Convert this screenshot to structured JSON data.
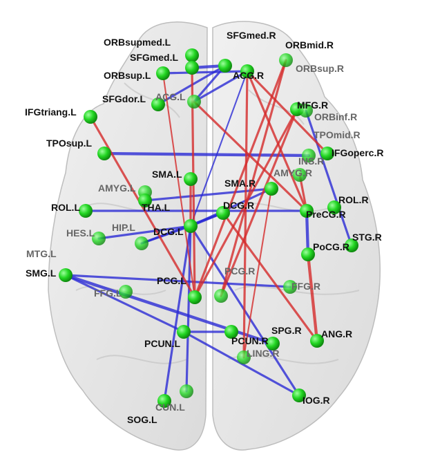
{
  "colors": {
    "node": "#2ee02e",
    "positive_edge": "#d42a2a",
    "negative_edge": "#2a2ad4",
    "brain": "#d8d8d8"
  },
  "nodes": [
    {
      "id": "ORBsupmed.L",
      "label": "ORBsupmed.L"
    },
    {
      "id": "SFGmed.L",
      "label": "SFGmed.L"
    },
    {
      "id": "ORBsup.L",
      "label": "ORBsup.L"
    },
    {
      "id": "SFGdor.L",
      "label": "SFGdor.L"
    },
    {
      "id": "ACG.L",
      "label": "ACG.L"
    },
    {
      "id": "IFGtriang.L",
      "label": "IFGtriang.L"
    },
    {
      "id": "TPOsup.L",
      "label": "TPOsup.L"
    },
    {
      "id": "SMA.L",
      "label": "SMA.L"
    },
    {
      "id": "AMYG.L",
      "label": "AMYG.L"
    },
    {
      "id": "THA.L",
      "label": "THA.L"
    },
    {
      "id": "ROL.L",
      "label": "ROL.L"
    },
    {
      "id": "HES.L",
      "label": "HES.L"
    },
    {
      "id": "HIP.L",
      "label": "HIP.L"
    },
    {
      "id": "DCG.L",
      "label": "DCG.L"
    },
    {
      "id": "MTG.L",
      "label": "MTG.L"
    },
    {
      "id": "SMG.L",
      "label": "SMG.L"
    },
    {
      "id": "FFG.L",
      "label": "FFG.L"
    },
    {
      "id": "PCG.L",
      "label": "PCG.L"
    },
    {
      "id": "PCUN.L",
      "label": "PCUN.L"
    },
    {
      "id": "CUN.L",
      "label": "CUN.L"
    },
    {
      "id": "SOG.L",
      "label": "SOG.L"
    },
    {
      "id": "SFGmed.R",
      "label": "SFGmed.R"
    },
    {
      "id": "ORBmid.R",
      "label": "ORBmid.R"
    },
    {
      "id": "ACG.R",
      "label": "ACG.R"
    },
    {
      "id": "ORBsup.R",
      "label": "ORBsup.R"
    },
    {
      "id": "MFG.R",
      "label": "MFG.R"
    },
    {
      "id": "ORBinf.R",
      "label": "ORBinf.R"
    },
    {
      "id": "TPOmid.R",
      "label": "TPOmid.R"
    },
    {
      "id": "IFGoperc.R",
      "label": "IFGoperc.R"
    },
    {
      "id": "INS.R",
      "label": "INS"
    },
    {
      "id": "AMYG.R",
      "label": "AMYG.R"
    },
    {
      "id": "SMA.R",
      "label": "SMA.R"
    },
    {
      "id": "DCG.R",
      "label": "DCG.R"
    },
    {
      "id": "PreCG.R",
      "label": "PreCG.R"
    },
    {
      "id": "ROL.R",
      "label": "ROL.R"
    },
    {
      "id": "STG.R",
      "label": "STG.R"
    },
    {
      "id": "PoCG.R",
      "label": "PoCG.R"
    },
    {
      "id": "PCG.R",
      "label": "PCG.R"
    },
    {
      "id": "FFG.R",
      "label": "FFG.R"
    },
    {
      "id": "ANG.R",
      "label": "ANG.R"
    },
    {
      "id": "PCUN.R",
      "label": "PCUN.R"
    },
    {
      "id": "SPG.R",
      "label": "SPG.R"
    },
    {
      "id": "LING.R",
      "label": "LING.R"
    },
    {
      "id": "IOG.R",
      "label": "IOG.R"
    }
  ],
  "edges": [
    {
      "a": "TPOsup.L",
      "b": "INS.R",
      "sign": "negative",
      "weight": 3
    },
    {
      "a": "ROL.L",
      "b": "PreCG.R",
      "sign": "negative",
      "weight": 2
    },
    {
      "a": "SMG.L",
      "b": "FFG.R",
      "sign": "negative",
      "weight": 2
    },
    {
      "a": "SMG.L",
      "b": "SPG.R",
      "sign": "negative",
      "weight": 3
    },
    {
      "a": "SMG.L",
      "b": "PCUN.L",
      "sign": "negative",
      "weight": 2
    },
    {
      "a": "PCUN.L",
      "b": "PCUN.R",
      "sign": "negative",
      "weight": 2
    },
    {
      "a": "PCUN.L",
      "b": "IOG.R",
      "sign": "negative",
      "weight": 2
    },
    {
      "a": "DCG.L",
      "b": "IOG.R",
      "sign": "negative",
      "weight": 2
    },
    {
      "a": "DCG.L",
      "b": "SOG.L",
      "sign": "negative",
      "weight": 2
    },
    {
      "a": "DCG.L",
      "b": "CUN.L",
      "sign": "negative",
      "weight": 2
    },
    {
      "a": "DCG.L",
      "b": "HES.L",
      "sign": "negative",
      "weight": 2
    },
    {
      "a": "DCG.L",
      "b": "DCG.R",
      "sign": "negative",
      "weight": 2
    },
    {
      "a": "HIP.L",
      "b": "DCG.R",
      "sign": "negative",
      "weight": 2
    },
    {
      "a": "HIP.L",
      "b": "DCG.L",
      "sign": "negative",
      "weight": 2
    },
    {
      "a": "SFGmed.L",
      "b": "SFGmed.R",
      "sign": "negative",
      "weight": 3
    },
    {
      "a": "ORBsup.L",
      "b": "ACG.R",
      "sign": "negative",
      "weight": 2
    },
    {
      "a": "SFGdor.L",
      "b": "SFGmed.R",
      "sign": "negative",
      "weight": 2
    },
    {
      "a": "ACG.L",
      "b": "ACG.R",
      "sign": "negative",
      "weight": 2
    },
    {
      "a": "ACG.L",
      "b": "SFGmed.R",
      "sign": "negative",
      "weight": 2
    },
    {
      "a": "THA.L",
      "b": "SMA.R",
      "sign": "negative",
      "weight": 2
    },
    {
      "a": "SMA.R",
      "b": "DCG.L",
      "sign": "negative",
      "weight": 2
    },
    {
      "a": "PreCG.R",
      "b": "PoCG.R",
      "sign": "negative",
      "weight": 3
    },
    {
      "a": "ORBinf.R",
      "b": "STG.R",
      "sign": "negative",
      "weight": 2
    },
    {
      "a": "ACG.R",
      "b": "DCG.L",
      "sign": "negative",
      "weight": 1
    },
    {
      "a": "IFGtriang.L",
      "b": "PCG.L",
      "sign": "positive",
      "weight": 2
    },
    {
      "a": "SFGmed.L",
      "b": "PCG.L",
      "sign": "positive",
      "weight": 2
    },
    {
      "a": "ORBsup.L",
      "b": "PCG.L",
      "sign": "positive",
      "weight": 1
    },
    {
      "a": "ACG.L",
      "b": "PreCG.R",
      "sign": "positive",
      "weight": 2
    },
    {
      "a": "ACG.R",
      "b": "PreCG.R",
      "sign": "positive",
      "weight": 2
    },
    {
      "a": "ACG.R",
      "b": "IFGoperc.R",
      "sign": "positive",
      "weight": 2
    },
    {
      "a": "ACG.R",
      "b": "LING.R",
      "sign": "positive",
      "weight": 2
    },
    {
      "a": "ORBsup.R",
      "b": "PCG.L",
      "sign": "positive",
      "weight": 2
    },
    {
      "a": "ORBsup.R",
      "b": "PCG.R",
      "sign": "positive",
      "weight": 2
    },
    {
      "a": "MFG.R",
      "b": "PCG.L",
      "sign": "positive",
      "weight": 2
    },
    {
      "a": "MFG.R",
      "b": "PCG.R",
      "sign": "positive",
      "weight": 2
    },
    {
      "a": "SMA.L",
      "b": "DCG.L",
      "sign": "positive",
      "weight": 2
    },
    {
      "a": "PoCG.R",
      "b": "ANG.R",
      "sign": "positive",
      "weight": 3
    },
    {
      "a": "DCG.R",
      "b": "ANG.R",
      "sign": "positive",
      "weight": 2
    },
    {
      "a": "AMYG.R",
      "b": "PreCG.R",
      "sign": "positive",
      "weight": 2
    },
    {
      "a": "SMA.R",
      "b": "LING.R",
      "sign": "positive",
      "weight": 1
    }
  ]
}
